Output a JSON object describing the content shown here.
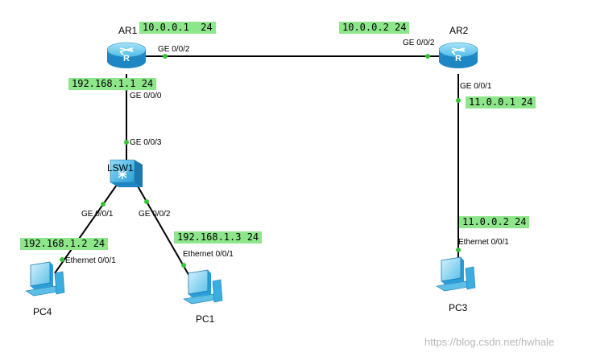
{
  "devices": {
    "ar1": {
      "name": "AR1",
      "icon": "router-icon"
    },
    "ar2": {
      "name": "AR2",
      "icon": "router-icon"
    },
    "lsw1": {
      "name": "LSW1",
      "icon": "switch-icon"
    },
    "pc4": {
      "name": "PC4",
      "icon": "pc-icon"
    },
    "pc1": {
      "name": "PC1",
      "icon": "pc-icon"
    },
    "pc3": {
      "name": "PC3",
      "icon": "pc-icon"
    }
  },
  "ip_labels": {
    "ar1_ge002": "10.0.0.1  24",
    "ar2_ge002": "10.0.0.2 24",
    "ar1_ge000": "192.168.1.1 24",
    "ar2_ge001": "11.0.0.1 24",
    "pc3": "11.0.0.2 24",
    "pc4": "192.168.1.2 24",
    "pc1": "192.168.1.3 24"
  },
  "ports": {
    "ar1_ge002": "GE 0/0/2",
    "ar2_ge002": "GE 0/0/2",
    "ar1_ge000": "GE 0/0/0",
    "lsw1_ge003": "GE 0/0/3",
    "lsw1_ge001": "GE 0/0/1",
    "lsw1_ge002": "GE 0/0/2",
    "pc4_eth": "Ethernet 0/0/1",
    "pc1_eth": "Ethernet 0/0/1",
    "ar2_ge001": "GE 0/0/1",
    "pc3_eth": "Ethernet 0/0/1"
  },
  "colors": {
    "ip_label_bg": "#8ee68a",
    "port_dot": "#35c435",
    "link": "#000000",
    "device_blue": "#2a9ed8"
  },
  "watermark": "https://blog.csdn.net/hwhale"
}
